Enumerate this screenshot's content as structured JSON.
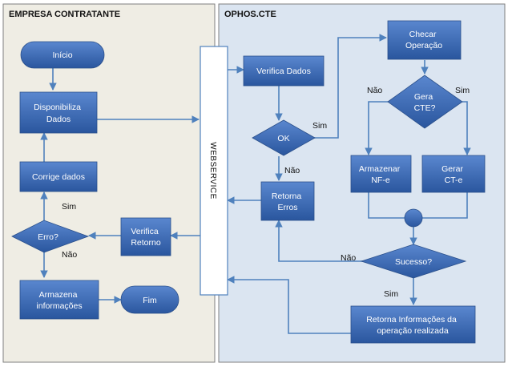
{
  "lanes": {
    "left_title": "EMPRESA CONTRATANTE",
    "right_title": "OPHOS.CTE"
  },
  "nodes": {
    "inicio": "Início",
    "disponibiliza": [
      "Disponibiliza",
      "Dados"
    ],
    "corrige": "Corrige dados",
    "erro": "Erro?",
    "verifica_retorno": [
      "Verifica",
      "Retorno"
    ],
    "armazena": [
      "Armazena",
      "informações"
    ],
    "fim": "Fim",
    "webservice": "WEBSERVICE",
    "verifica_dados": "Verifica Dados",
    "ok": "OK",
    "retorna_erros": [
      "Retorna",
      "Erros"
    ],
    "checar_operacao": [
      "Checar",
      "Operação"
    ],
    "gera_cte": [
      "Gera",
      "CTE?"
    ],
    "armazenar_nfe": [
      "Armazenar",
      "NF-e"
    ],
    "gerar_cte": [
      "Gerar",
      "CT-e"
    ],
    "sucesso": "Sucesso?",
    "retorna_informacoes": [
      "Retorna Informações da",
      "operação realizada"
    ]
  },
  "edge_labels": {
    "ok_sim": "Sim",
    "ok_nao": "Não",
    "gera_nao": "Não",
    "gera_sim": "Sim",
    "erro_sim": "Sim",
    "erro_nao": "Não",
    "sucesso_nao": "Não",
    "sucesso_sim": "Sim"
  },
  "colors": {
    "left_lane_fill": "#efede4",
    "right_lane_fill": "#dbe5f1",
    "node_fill": "#3b6cb7",
    "connector": "#4f81bd"
  }
}
